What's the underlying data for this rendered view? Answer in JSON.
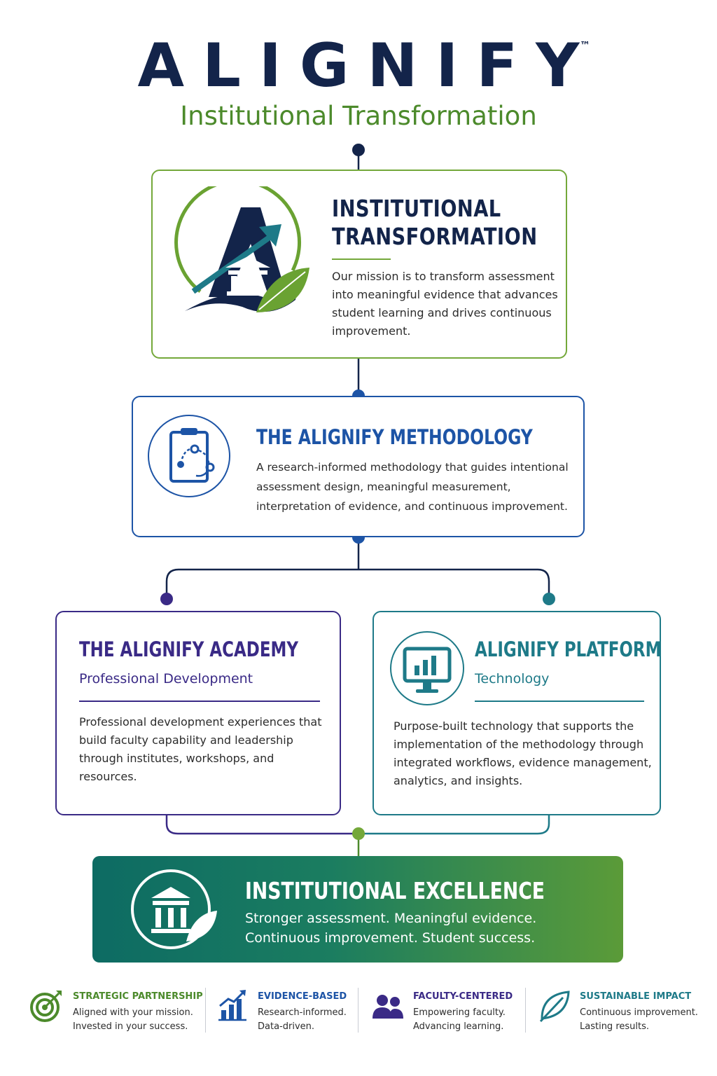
{
  "header": {
    "brand": "ALIGNIFY",
    "trademark": "™",
    "subtitle": "Institutional Transformation"
  },
  "transformation": {
    "title_line1": "INSTITUTIONAL",
    "title_line2": "TRANSFORMATION",
    "description": "Our mission is to transform assessment into meaningful evidence that advances student learning and drives continuous improvement.",
    "icon": "alignify-logo-icon"
  },
  "methodology": {
    "title": "THE ALIGNIFY METHODOLOGY",
    "description": "A research-informed methodology that guides intentional assessment design, meaningful measurement, interpretation of evidence, and continuous improvement.",
    "icon": "clipboard-icon"
  },
  "academy": {
    "title": "THE ALIGNIFY ACADEMY",
    "subtitle": "Professional Development",
    "description": "Professional development experiences that build faculty capability and leadership through institutes, workshops, and resources."
  },
  "platform": {
    "title": "ALIGNIFY PLATFORM",
    "subtitle": "Technology",
    "description": "Purpose-built technology that supports the implementation of the methodology through integrated workflows, evidence management, analytics, and insights.",
    "icon": "monitor-chart-icon"
  },
  "excellence": {
    "title": "INSTITUTIONAL EXCELLENCE",
    "line1": "Stronger assessment. Meaningful evidence.",
    "line2": "Continuous improvement. Student success.",
    "icon": "institution-leaf-icon"
  },
  "features": [
    {
      "title": "STRATEGIC PARTNERSHIP",
      "line1": "Aligned with your mission.",
      "line2": "Invested in your success.",
      "icon": "target-icon",
      "color": "#4c8a2b"
    },
    {
      "title": "EVIDENCE-BASED",
      "line1": "Research-informed.",
      "line2": "Data-driven.",
      "icon": "bar-chart-icon",
      "color": "#1d54a6"
    },
    {
      "title": "FACULTY-CENTERED",
      "line1": "Empowering faculty.",
      "line2": "Advancing learning.",
      "icon": "people-icon",
      "color": "#3a2a86"
    },
    {
      "title": "SUSTAINABLE IMPACT",
      "line1": "Continuous improvement.",
      "line2": "Lasting results.",
      "icon": "leaf-icon",
      "color": "#1e7a88"
    }
  ],
  "colors": {
    "navy": "#13244a",
    "green": "#4c8a2b",
    "blue": "#1d54a6",
    "purple": "#3a2a86",
    "teal": "#1e7a88"
  }
}
